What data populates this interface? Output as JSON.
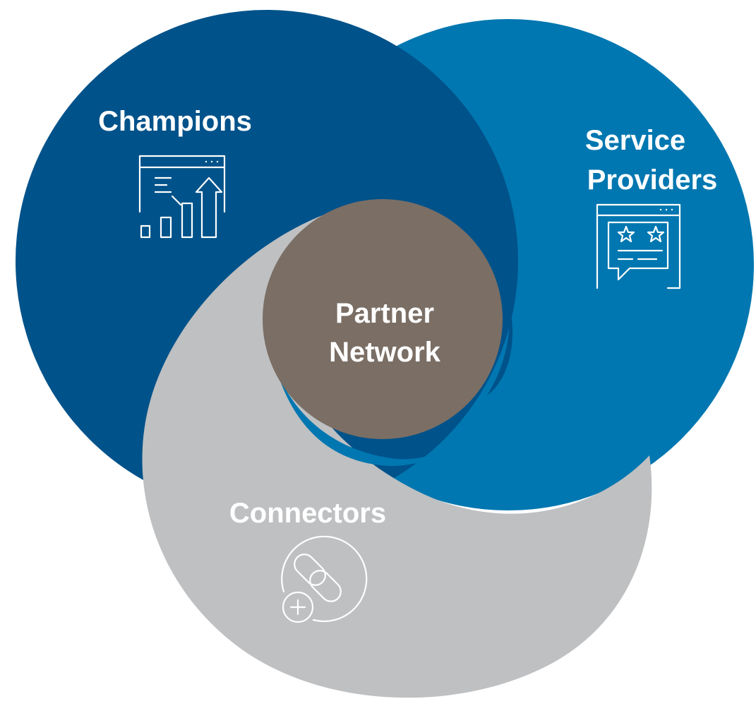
{
  "diagram": {
    "nodes": {
      "champions": {
        "label": "Champions",
        "icon": "growth-chart-icon",
        "color": "#00528a"
      },
      "service_providers": {
        "label_line1": "Service",
        "label_line2": "Providers",
        "icon": "review-stars-icon",
        "color": "#0077b0"
      },
      "connectors": {
        "label": "Connectors",
        "icon": "link-add-icon",
        "color": "#bfc0c2"
      },
      "center": {
        "label_line1": "Partner",
        "label_line2": "Network",
        "color": "#7a6e65"
      }
    },
    "text_color": "#ffffff"
  }
}
